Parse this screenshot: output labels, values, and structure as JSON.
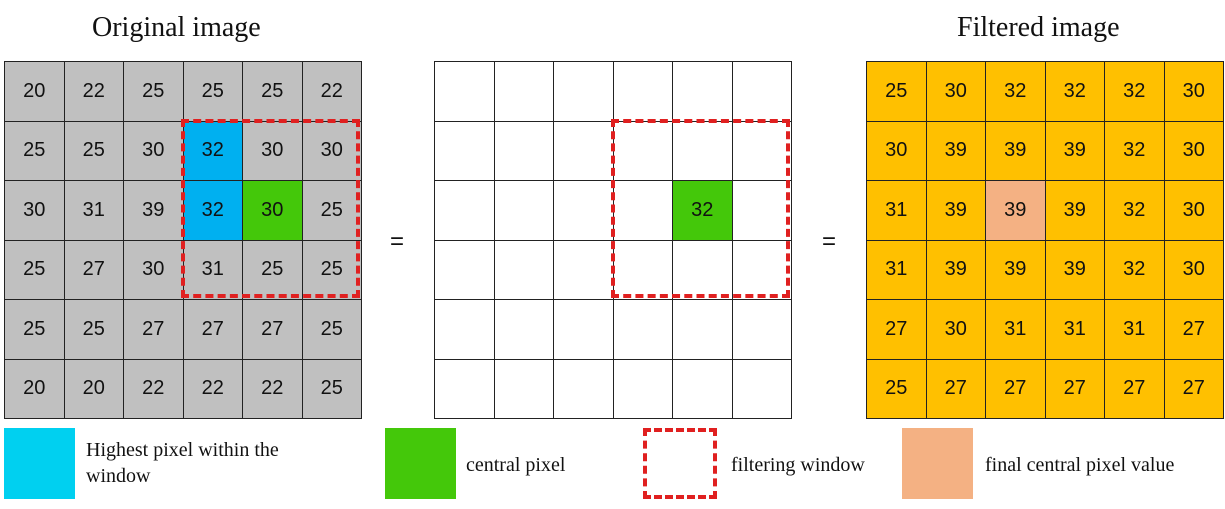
{
  "titles": {
    "original": "Original image",
    "filtered": "Filtered image"
  },
  "equals": [
    "=",
    "="
  ],
  "colors": {
    "original_bg": "#c0c0c0",
    "filtered_bg": "#ffc000",
    "highest": "#00b0f0",
    "central": "#44c80a",
    "final": "#f4b183",
    "window": "#e02020"
  },
  "original_grid": [
    [
      "20",
      "22",
      "25",
      "25",
      "25",
      "22"
    ],
    [
      "25",
      "25",
      "30",
      "32",
      "30",
      "30"
    ],
    [
      "30",
      "31",
      "39",
      "32",
      "30",
      "25"
    ],
    [
      "25",
      "27",
      "30",
      "31",
      "25",
      "25"
    ],
    [
      "25",
      "25",
      "27",
      "27",
      "27",
      "25"
    ],
    [
      "20",
      "20",
      "22",
      "22",
      "22",
      "25"
    ]
  ],
  "middle_grid": [
    [
      "",
      "",
      "",
      "",
      "",
      ""
    ],
    [
      "",
      "",
      "",
      "",
      "",
      ""
    ],
    [
      "",
      "",
      "",
      "",
      "32",
      ""
    ],
    [
      "",
      "",
      "",
      "",
      "",
      ""
    ],
    [
      "",
      "",
      "",
      "",
      "",
      ""
    ],
    [
      "",
      "",
      "",
      "",
      "",
      ""
    ]
  ],
  "filtered_grid": [
    [
      "25",
      "30",
      "32",
      "32",
      "32",
      "30"
    ],
    [
      "30",
      "39",
      "39",
      "39",
      "32",
      "30"
    ],
    [
      "31",
      "39",
      "39",
      "39",
      "32",
      "30"
    ],
    [
      "31",
      "39",
      "39",
      "39",
      "32",
      "30"
    ],
    [
      "27",
      "30",
      "31",
      "31",
      "31",
      "27"
    ],
    [
      "25",
      "27",
      "27",
      "27",
      "27",
      "27"
    ]
  ],
  "legend": {
    "highest": "Highest pixel within the window",
    "central": "central pixel",
    "window": "filtering window",
    "final": "final central pixel value"
  }
}
